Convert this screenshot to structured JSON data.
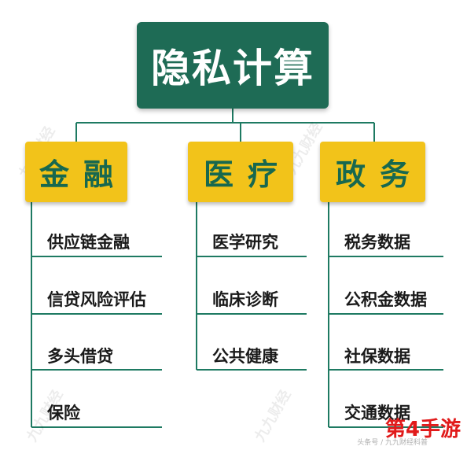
{
  "root": {
    "label": "隐私计算"
  },
  "categories": [
    {
      "label": "金融",
      "items": [
        "供应链金融",
        "信贷风险评估",
        "多头借贷",
        "保险"
      ]
    },
    {
      "label": "医疗",
      "items": [
        "医学研究",
        "临床诊断",
        "公共健康"
      ]
    },
    {
      "label": "政务",
      "items": [
        "税务数据",
        "公积金数据",
        "社保数据",
        "交通数据"
      ]
    }
  ],
  "colors": {
    "root_bg": "#1e6b55",
    "category_bg": "#f2c31a",
    "category_text": "#17684f",
    "line": "#1e7a62"
  },
  "watermark": "九九财经",
  "logo": {
    "text": "第4手游",
    "subtext": "头条号 / 九九财经科普"
  }
}
